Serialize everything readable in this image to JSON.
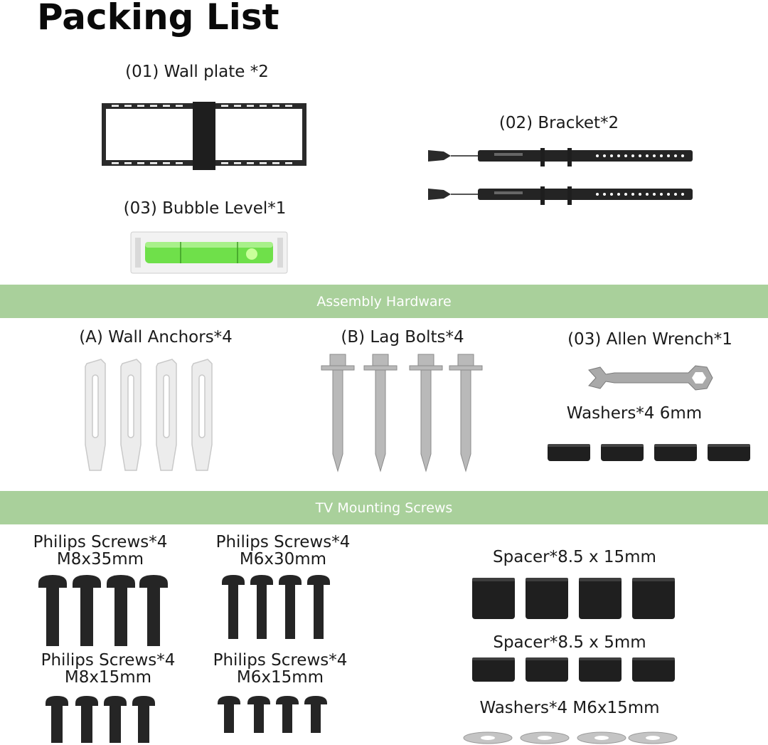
{
  "title": "Packing List",
  "items": {
    "wall_plate": "(01) Wall plate *2",
    "bracket": "(02) Bracket*2",
    "bubble_level": "(03) Bubble Level*1"
  },
  "sections": {
    "assembly": "Assembly Hardware",
    "tv_screws": "TV Mounting Screws"
  },
  "assembly": {
    "wall_anchors": "(A) Wall Anchors*4",
    "lag_bolts": "(B) Lag Bolts*4",
    "allen_wrench": "(03) Allen Wrench*1",
    "washers": "Washers*4 6mm"
  },
  "screws": {
    "m8x35": {
      "name": "Philips Screws*4",
      "size": "M8x35mm"
    },
    "m6x30": {
      "name": "Philips Screws*4",
      "size": "M6x30mm"
    },
    "m8x15": {
      "name": "Philips Screws*4",
      "size": "M8x15mm"
    },
    "m6x15": {
      "name": "Philips Screws*4",
      "size": "M6x15mm"
    },
    "spacer_15": "Spacer*8.5 x 15mm",
    "spacer_5": "Spacer*8.5 x 5mm",
    "washers_m6": "Washers*4 M6x15mm"
  },
  "colors": {
    "band": "#a9d09b",
    "metal_dark": "#2a2a2a",
    "bubble_green": "#6fe04a"
  }
}
